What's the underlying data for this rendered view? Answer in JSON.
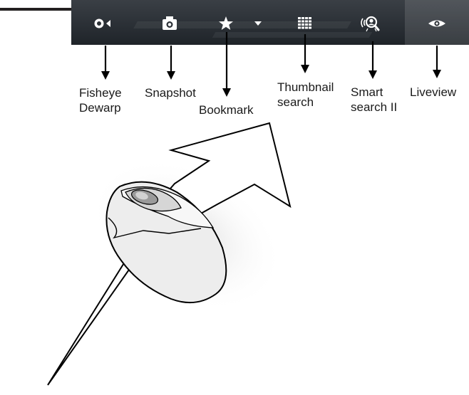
{
  "toolbar": {
    "items": [
      {
        "name": "fisheye-dewarp",
        "icon": "fisheye-icon",
        "label": "Fisheye\nDewarp"
      },
      {
        "name": "snapshot",
        "icon": "camera-icon",
        "label": "Snapshot"
      },
      {
        "name": "bookmark",
        "icon": "star-icon",
        "label": "Bookmark"
      },
      {
        "name": "thumbnail-search",
        "icon": "grid-icon",
        "label": "Thumbnail\nsearch"
      },
      {
        "name": "smart-search-ii",
        "icon": "smart-search-icon",
        "label": "Smart\nsearch II"
      },
      {
        "name": "liveview",
        "icon": "eye-icon",
        "label": "Liveview"
      }
    ],
    "bookmark_dropdown_icon": "caret-down-icon"
  },
  "colors": {
    "toolbar_bg": "#2b3036",
    "icon_fill": "#ffffff",
    "line": "#000000",
    "mouse_body": "#ededed"
  }
}
